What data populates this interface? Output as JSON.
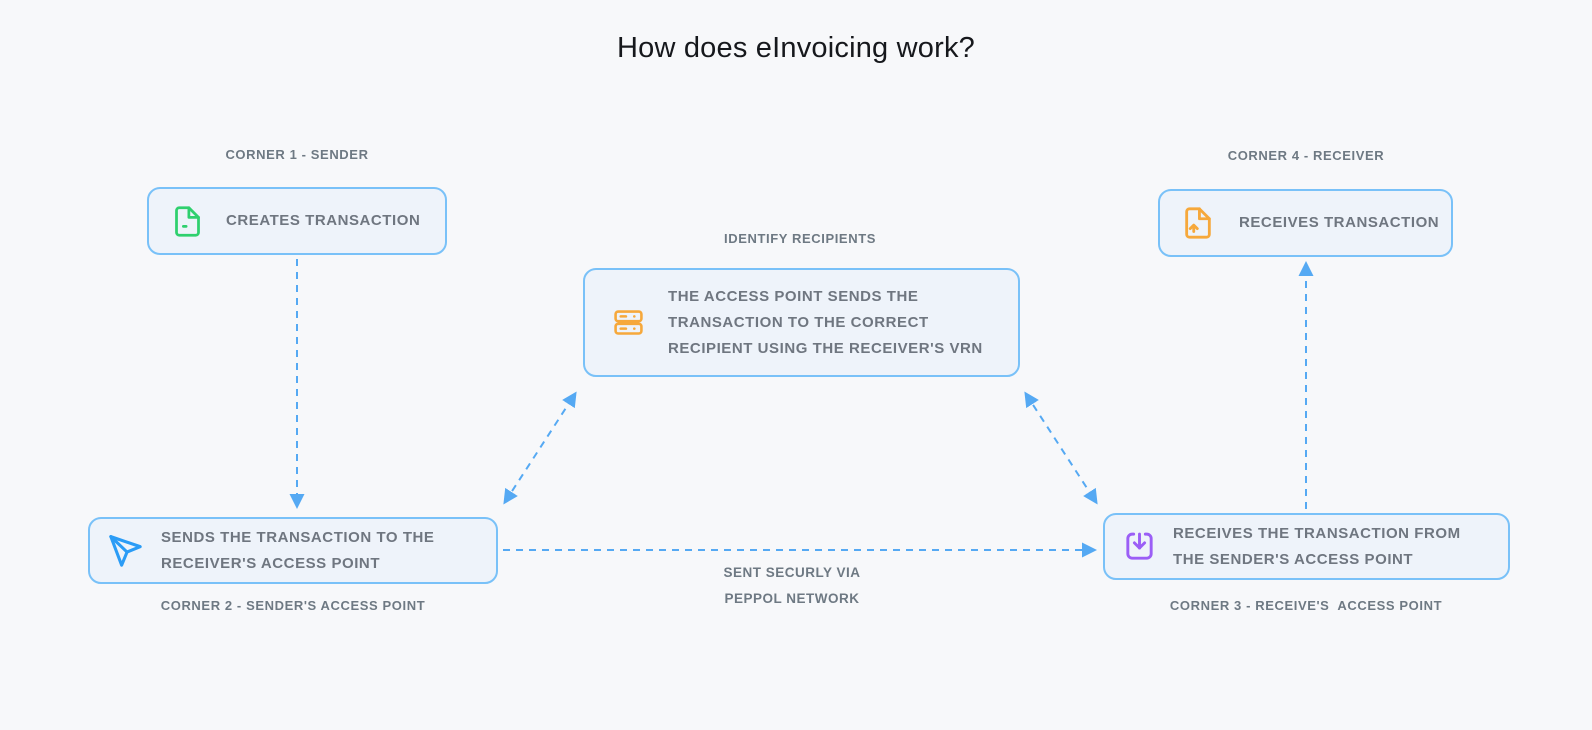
{
  "title": "How does eInvoicing work?",
  "colors": {
    "page-bg": "#f7f8fa",
    "box-bg": "#eef3fa",
    "box-border": "#79c1f8",
    "arrow-blue": "#55a9f3",
    "label-gray": "#6e7983",
    "text-gray": "#6f7680",
    "title-color": "#16181c",
    "icon-green": "#2fd06e",
    "icon-blue": "#2b9cf6",
    "icon-orange": "#f6a83b",
    "icon-purple": "#9b5ef6"
  },
  "nodes": {
    "corner1": {
      "label": "CORNER 1 - SENDER",
      "lines": [
        "CREATES TRANSACTION"
      ],
      "icon": "file-icon"
    },
    "corner2": {
      "label": "CORNER 2 - SENDER'S ACCESS POINT",
      "lines": [
        "SENDS THE TRANSACTION TO THE",
        "RECEIVER'S ACCESS POINT"
      ],
      "icon": "send-icon"
    },
    "corner3": {
      "label": "CORNER 3 - RECEIVE'S  ACCESS POINT",
      "lines": [
        "RECEIVES THE TRANSACTION FROM",
        "THE SENDER'S ACCESS POINT"
      ],
      "icon": "inbox-download-icon"
    },
    "corner4": {
      "label": "CORNER 4 - RECEIVER",
      "lines": [
        "RECEIVES TRANSACTION"
      ],
      "icon": "file-upload-icon"
    },
    "identify": {
      "label": "IDENTIFY RECIPIENTS",
      "lines": [
        "THE ACCESS POINT SENDS THE",
        "TRANSACTION TO THE CORRECT",
        "RECIPIENT USING THE RECEIVER'S VRN"
      ],
      "icon": "server-icon"
    }
  },
  "annotations": {
    "network": [
      "SENT SECURLY VIA",
      "PEPPOL NETWORK"
    ]
  }
}
